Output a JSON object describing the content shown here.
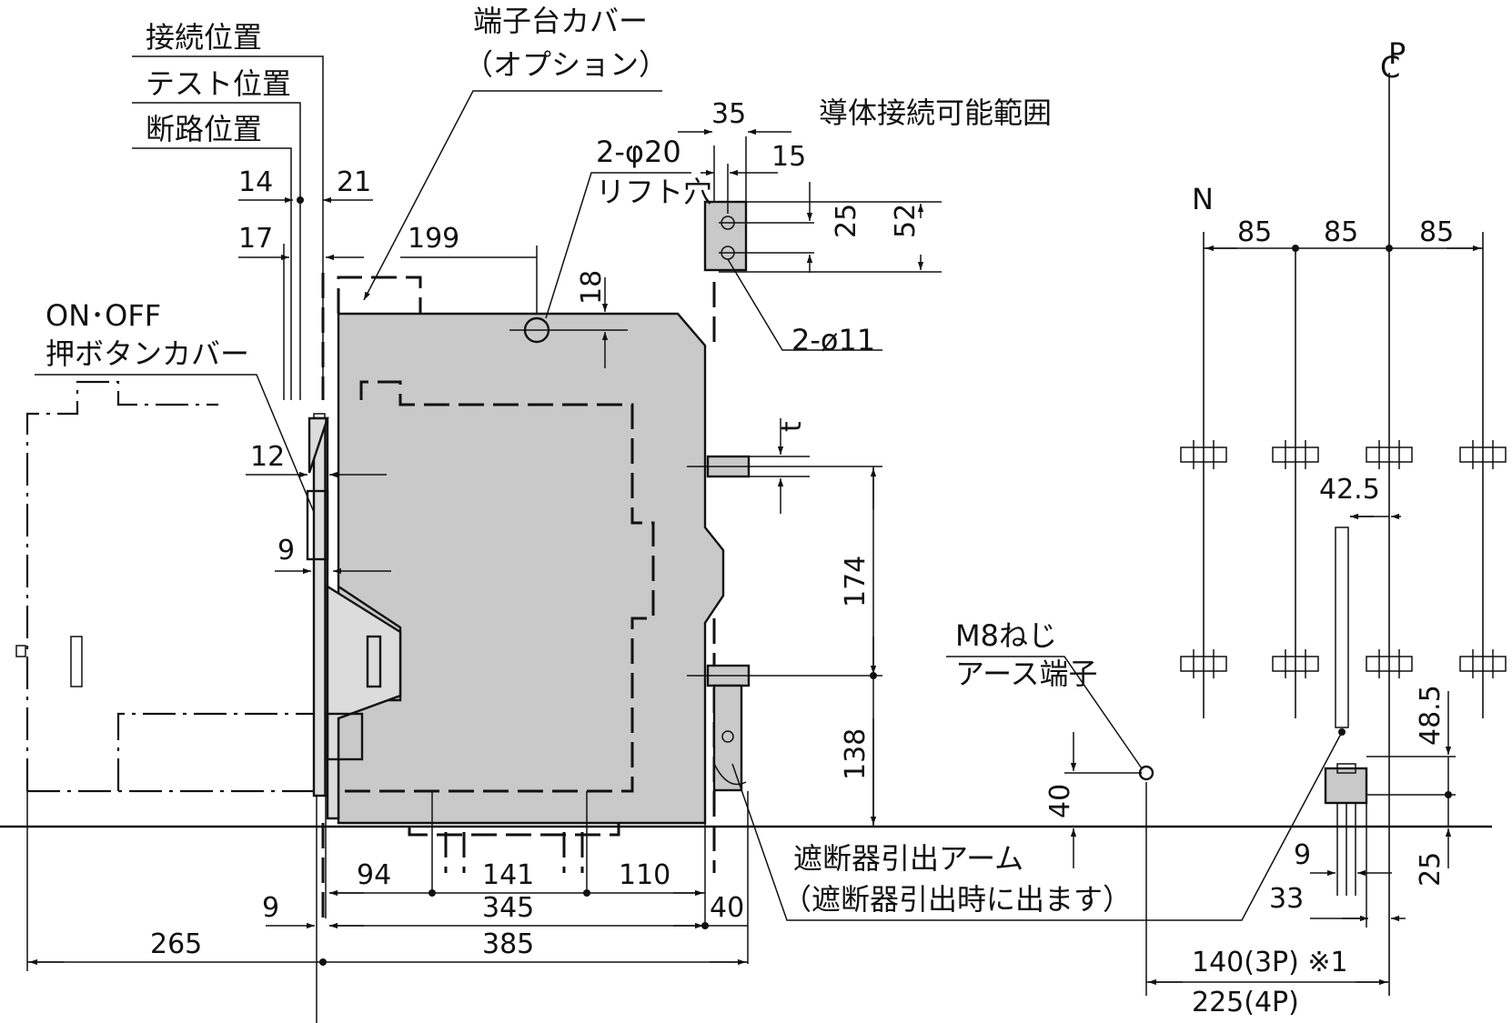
{
  "labels": {
    "connect_position": "接続位置",
    "test_position": "テスト位置",
    "disconnect_position": "断路位置",
    "terminal_cover_1": "端子台カバー",
    "terminal_cover_2": "（オプション）",
    "conductor_range": "導体接続可能範囲",
    "lift_hole_1": "2-φ20",
    "lift_hole_2": "リフト穴",
    "hole_11": "2-ø11",
    "onoff_1": "ON･OFF",
    "onoff_2": "押ボタンカバー",
    "m8_1": "M8ねじ",
    "m8_2": "アース端子",
    "arm_1": "遮断器引出アーム",
    "arm_2": "（遮断器引出時に出ます）",
    "pole_n": "N",
    "pole_c": "C",
    "pole_p": "P"
  },
  "dims": {
    "d14": "14",
    "d21": "21",
    "d17": "17",
    "d199": "199",
    "d18": "18",
    "d35": "35",
    "d15": "15",
    "d25a": "25",
    "d52": "52",
    "d12": "12",
    "d9a": "9",
    "d174": "174",
    "d138": "138",
    "d40a": "40",
    "d94": "94",
    "d141": "141",
    "d110": "110",
    "d345": "345",
    "d40b": "40",
    "d9b": "9",
    "d265": "265",
    "d385": "385",
    "d85a": "85",
    "d85b": "85",
    "d85c": "85",
    "d42_5": "42.5",
    "d48_5": "48.5",
    "d25b": "25",
    "d9c": "9",
    "d33": "33",
    "d140": "140(3P) ※1",
    "d225": "225(4P)"
  },
  "colors": {
    "body": "#c9c9c9",
    "line": "#111111"
  }
}
